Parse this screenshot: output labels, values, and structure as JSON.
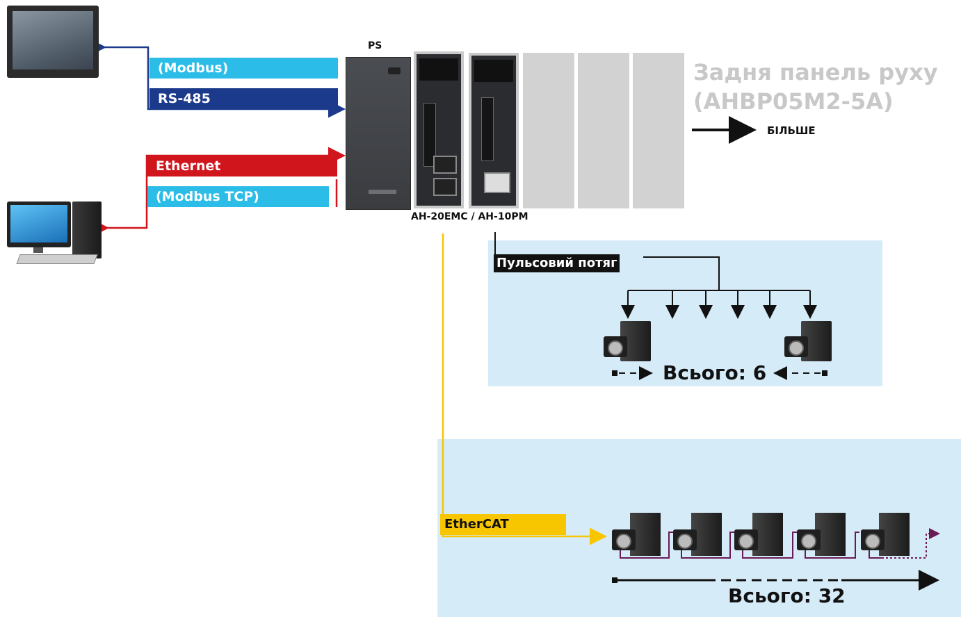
{
  "labels": {
    "ps": "PS",
    "modbus": "(Modbus)",
    "rs485": "RS-485",
    "ethernet": "Ethernet",
    "modbus_tcp": "(Modbus TCP)",
    "backplane_line1": "Задня панель руху",
    "backplane_line2": "(AHBP05M2-5A)",
    "more": "БІЛЬШЕ",
    "modules": "AH-20EMC / AH-10PM",
    "pulse_train": "Пульсовий потяг",
    "pulse_total": "Всього: 6",
    "ethercat": "EtherCAT",
    "ethercat_total": "Всього: 32"
  },
  "colors": {
    "cyan": "#2bbde8",
    "navy": "#1c3a8c",
    "red": "#d0151d",
    "yellow": "#f7c600",
    "light_blue_panel": "#d6ebf8",
    "gray_slot": "#d2d2d2",
    "purple": "#6a1a55"
  }
}
